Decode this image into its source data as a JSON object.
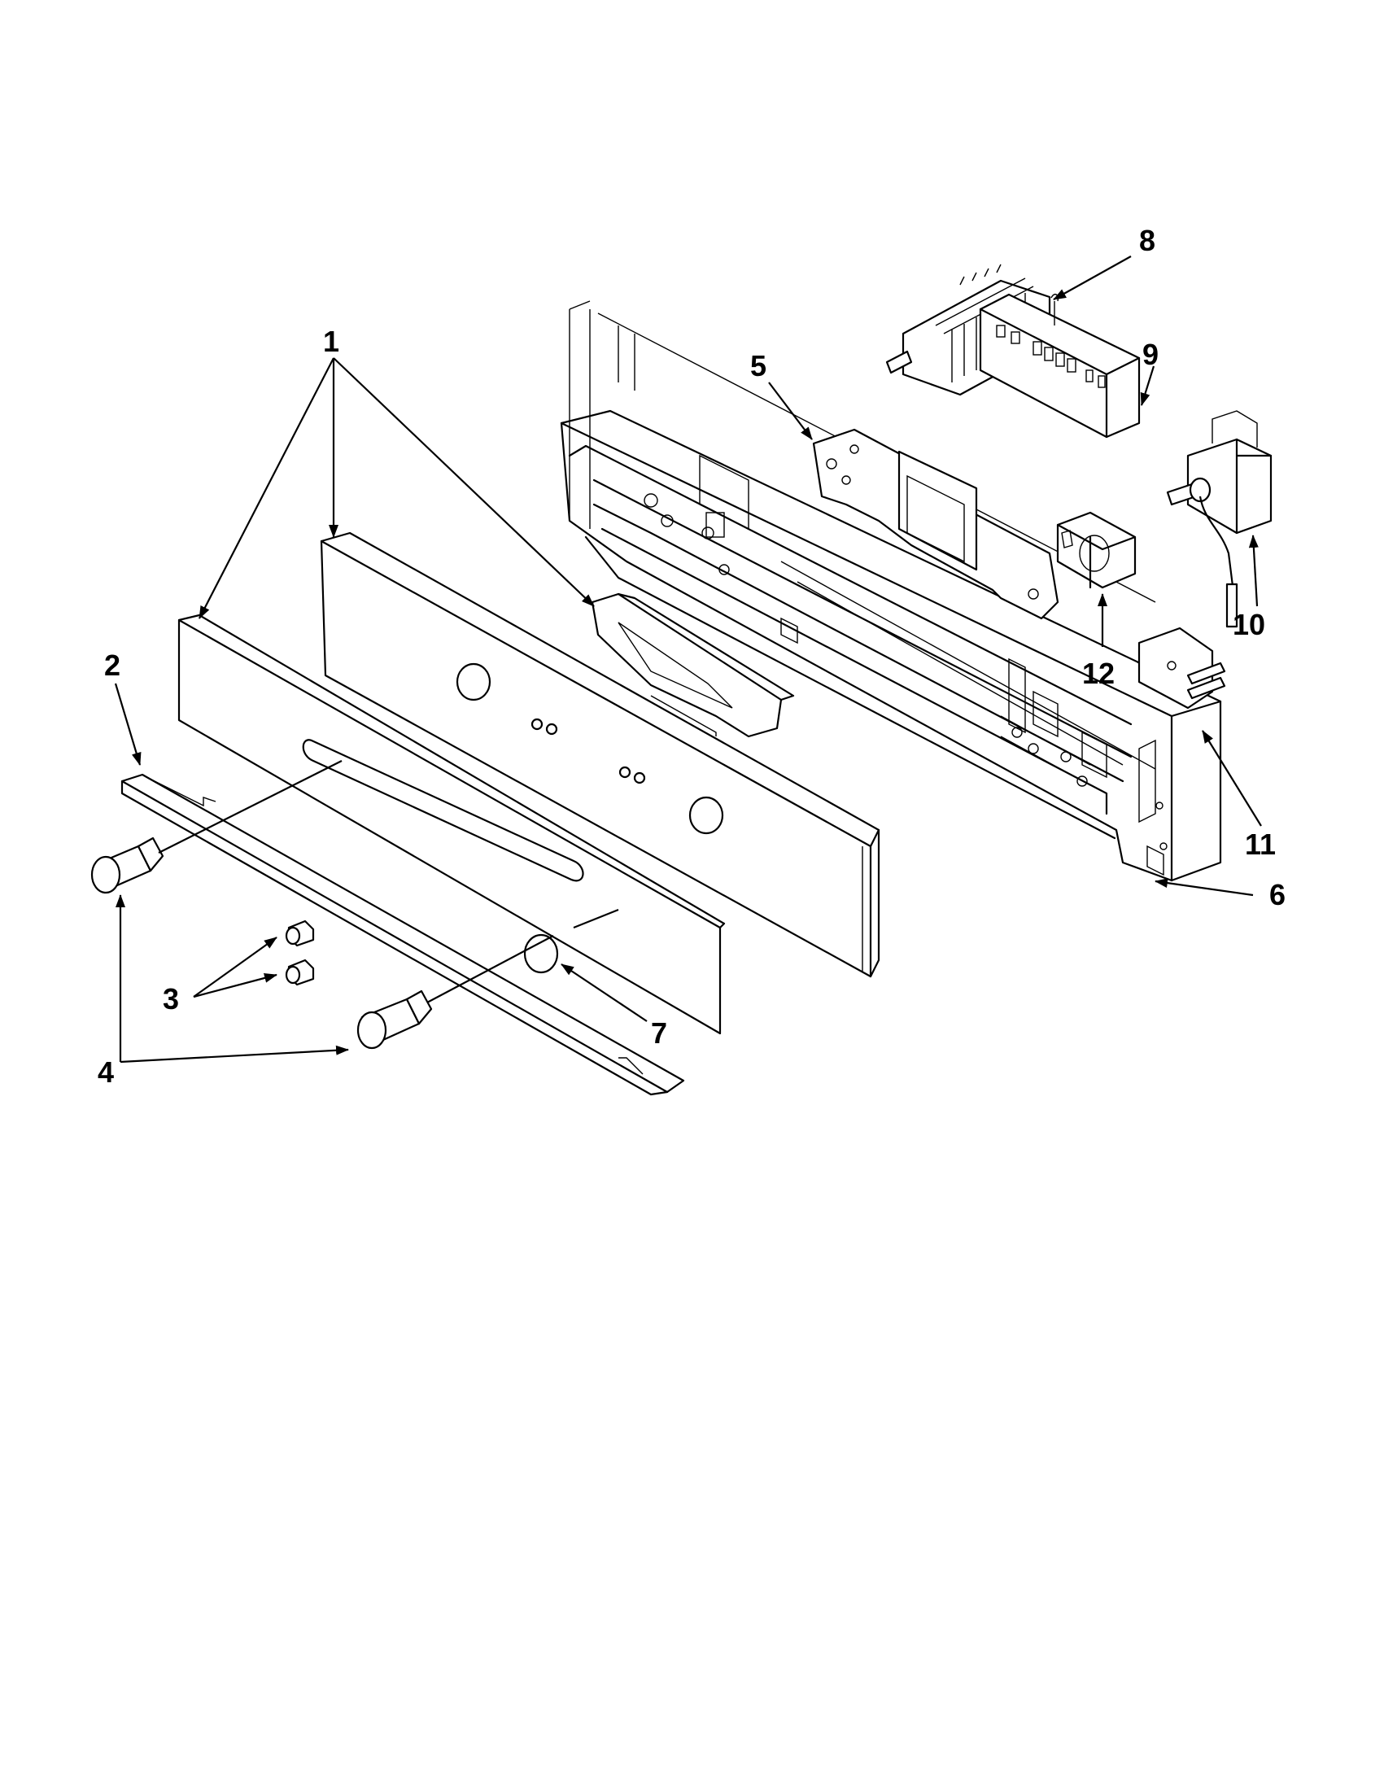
{
  "callouts": {
    "c1": "1",
    "c2": "2",
    "c3": "3",
    "c4": "4",
    "c5": "5",
    "c6": "6",
    "c7": "7",
    "c8": "8",
    "c9": "9",
    "c10": "10",
    "c11": "11",
    "c12": "12"
  },
  "parts": [
    {
      "callout": "1",
      "icon": "control-panel-glass-and-console"
    },
    {
      "callout": "2",
      "icon": "trim-strip"
    },
    {
      "callout": "3",
      "icon": "indicator-light"
    },
    {
      "callout": "4",
      "icon": "control-knob"
    },
    {
      "callout": "5",
      "icon": "control-board-bracket"
    },
    {
      "callout": "6",
      "icon": "console-frame"
    },
    {
      "callout": "7",
      "icon": "knob-insert"
    },
    {
      "callout": "8",
      "icon": "selector-switch"
    },
    {
      "callout": "9",
      "icon": "display-board"
    },
    {
      "callout": "10",
      "icon": "thermostat"
    },
    {
      "callout": "11",
      "icon": "switch-bracket"
    },
    {
      "callout": "12",
      "icon": "rotary-encoder"
    }
  ]
}
